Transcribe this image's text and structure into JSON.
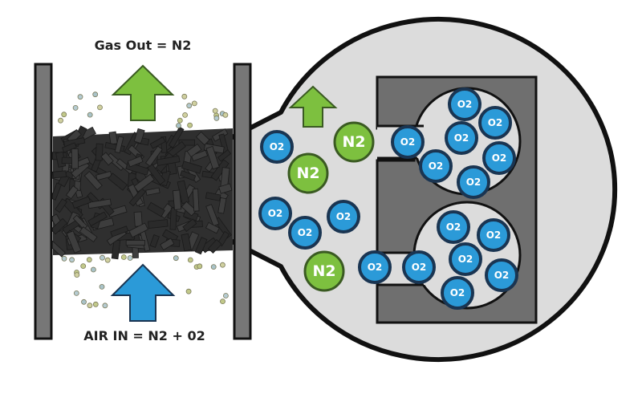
{
  "labels": {
    "gas_out": "Gas Out = N2",
    "air_in": "AIR IN = N2 + 02"
  },
  "molecules": {
    "n2_label": "N2",
    "o2_label": "O2"
  },
  "colors": {
    "o2_fill": "#2b9ad8",
    "o2_ring": "#1a3552",
    "n2_fill": "#7dc03f",
    "up_arrow_gas_out": "#7dc03f",
    "up_arrow_air_in": "#2b9ad8",
    "carbon": "#3a3a3a",
    "wall": "#7a7a7a",
    "bubble_fill": "#dcdcdc",
    "outline": "#111111",
    "sieve": "#6f6f6f"
  },
  "icons": {
    "gas_out_arrow": "up-arrow-icon",
    "air_in_arrow": "up-arrow-icon",
    "zoom_out_arrow": "up-arrow-icon"
  }
}
